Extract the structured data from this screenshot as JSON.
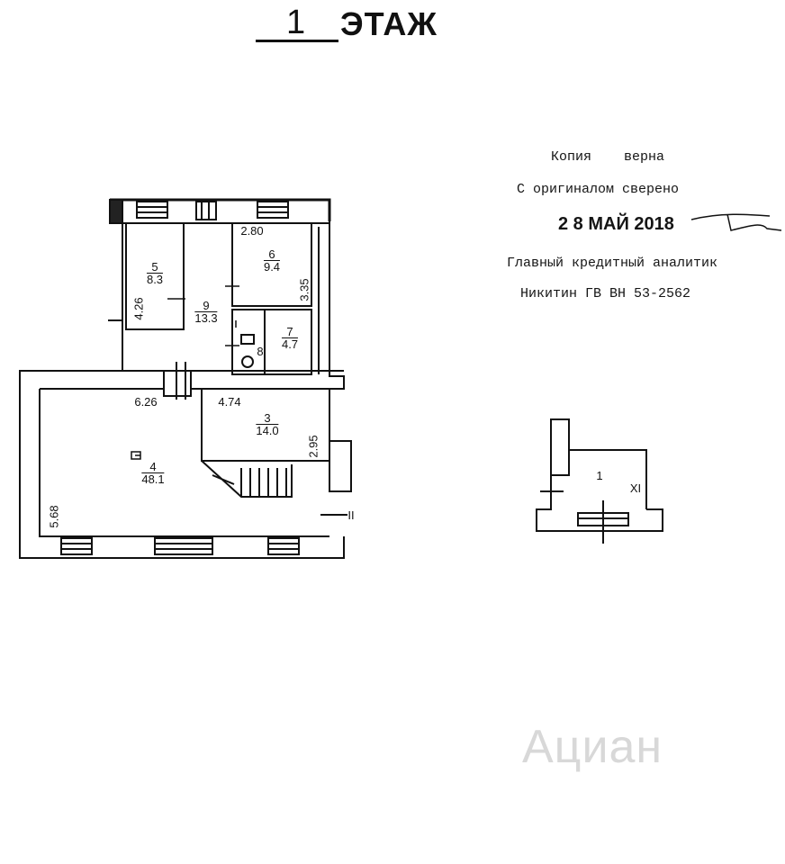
{
  "header": {
    "floor_number": "1",
    "floor_word": "ЭТАЖ"
  },
  "stamp": {
    "line1": "Копия    верна",
    "line2": "С оригиналом сверено",
    "line3": "2 8 МАЙ 2018",
    "line4": "Главный кредитный аналитик",
    "line5": "Никитин ГВ ВН 53-2562"
  },
  "rooms": {
    "r5": {
      "num": "5",
      "area": "8.3"
    },
    "r6": {
      "num": "6",
      "area": "9.4"
    },
    "r9": {
      "num": "9",
      "area": "13.3"
    },
    "r7": {
      "num": "7",
      "area": "4.7"
    },
    "r8": {
      "num": "8"
    },
    "r3": {
      "num": "3",
      "area": "14.0"
    },
    "r4": {
      "num": "4",
      "area": "48.1"
    },
    "small1": {
      "num": "1"
    }
  },
  "dimensions": {
    "d280": "2.80",
    "d426": "4.26",
    "d335": "3.35",
    "d626": "6.26",
    "d474": "4.74",
    "d295": "2.95",
    "d568": "5.68"
  },
  "marks": {
    "ii": "II",
    "xi": "XI"
  },
  "watermark": "Ациан"
}
